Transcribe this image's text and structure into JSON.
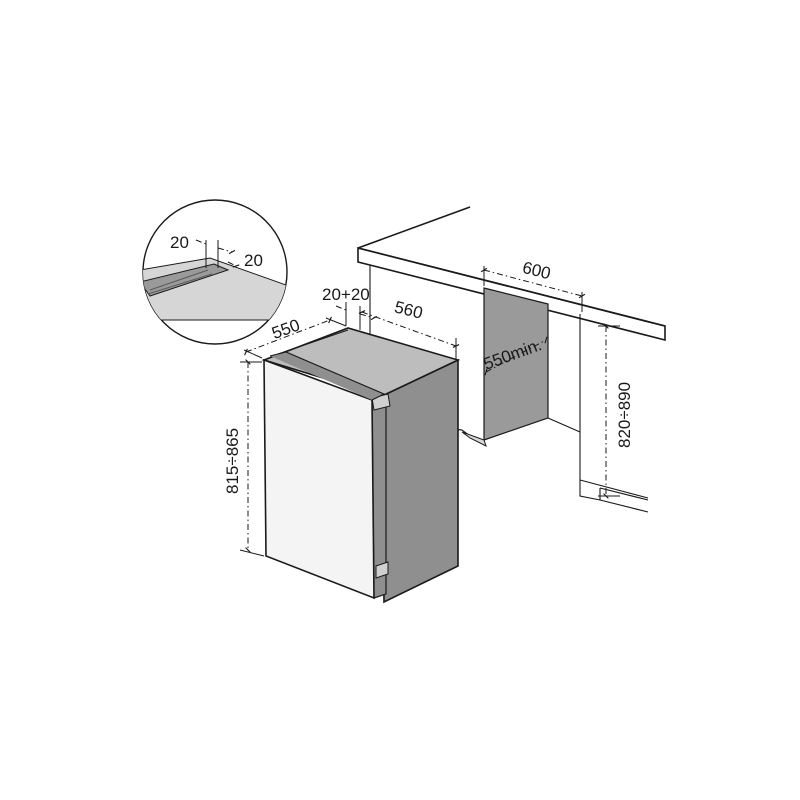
{
  "dimensions": {
    "detail_gap_left": "20",
    "detail_gap_right": "20",
    "gap_total": "20+20",
    "appliance_depth": "550",
    "niche_depth": "560",
    "niche_width": "600",
    "niche_min_depth": "550min.",
    "niche_height_range": "820÷890",
    "appliance_height_range": "815÷865"
  },
  "colors": {
    "cabinet_side": "#8f8f8f",
    "cabinet_top": "#bdbdbd",
    "door": "#f4f4f4",
    "niche_back": "#9a9a9a",
    "worktop": "#ffffff",
    "outline": "#1a1a1a"
  }
}
